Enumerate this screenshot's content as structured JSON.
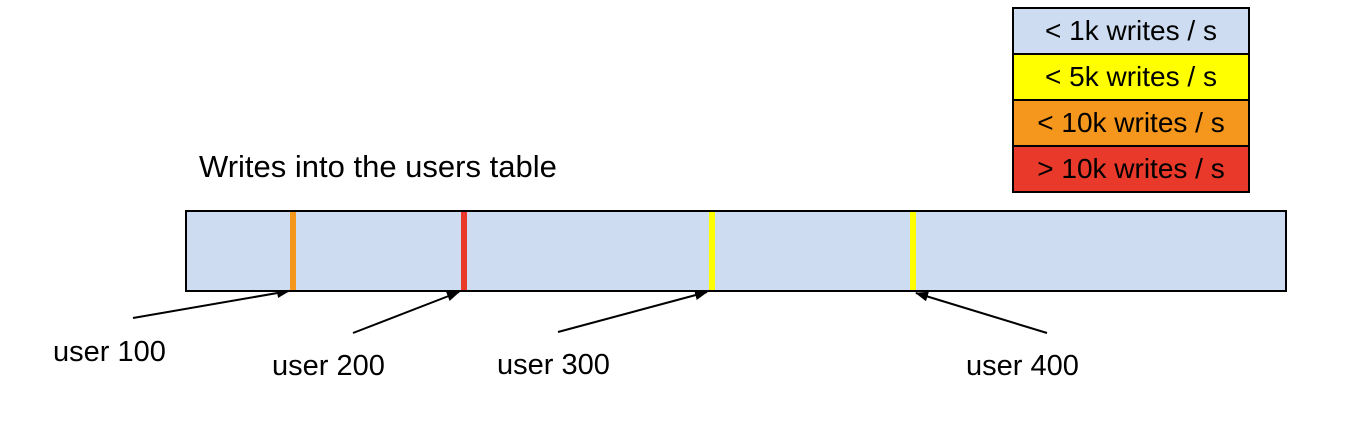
{
  "title": "Writes into the users table",
  "legend": {
    "items": [
      {
        "label": "< 1k writes / s",
        "color": "#cddcf0"
      },
      {
        "label": "< 5k writes / s",
        "color": "#ffff00"
      },
      {
        "label": "< 10k writes / s",
        "color": "#f5971d"
      },
      {
        "label": "> 10k writes / s",
        "color": "#e8392a"
      }
    ]
  },
  "bar": {
    "fill": "#cddcf0",
    "border_color": "#000000",
    "markers": [
      {
        "id": "user 100",
        "color": "#f5971d"
      },
      {
        "id": "user 200",
        "color": "#e8392a"
      },
      {
        "id": "user 300",
        "color": "#ffff00"
      },
      {
        "id": "user 400",
        "color": "#ffff00"
      }
    ]
  },
  "annotations": [
    {
      "text": "user 100"
    },
    {
      "text": "user 200"
    },
    {
      "text": "user 300"
    },
    {
      "text": "user 400"
    }
  ]
}
